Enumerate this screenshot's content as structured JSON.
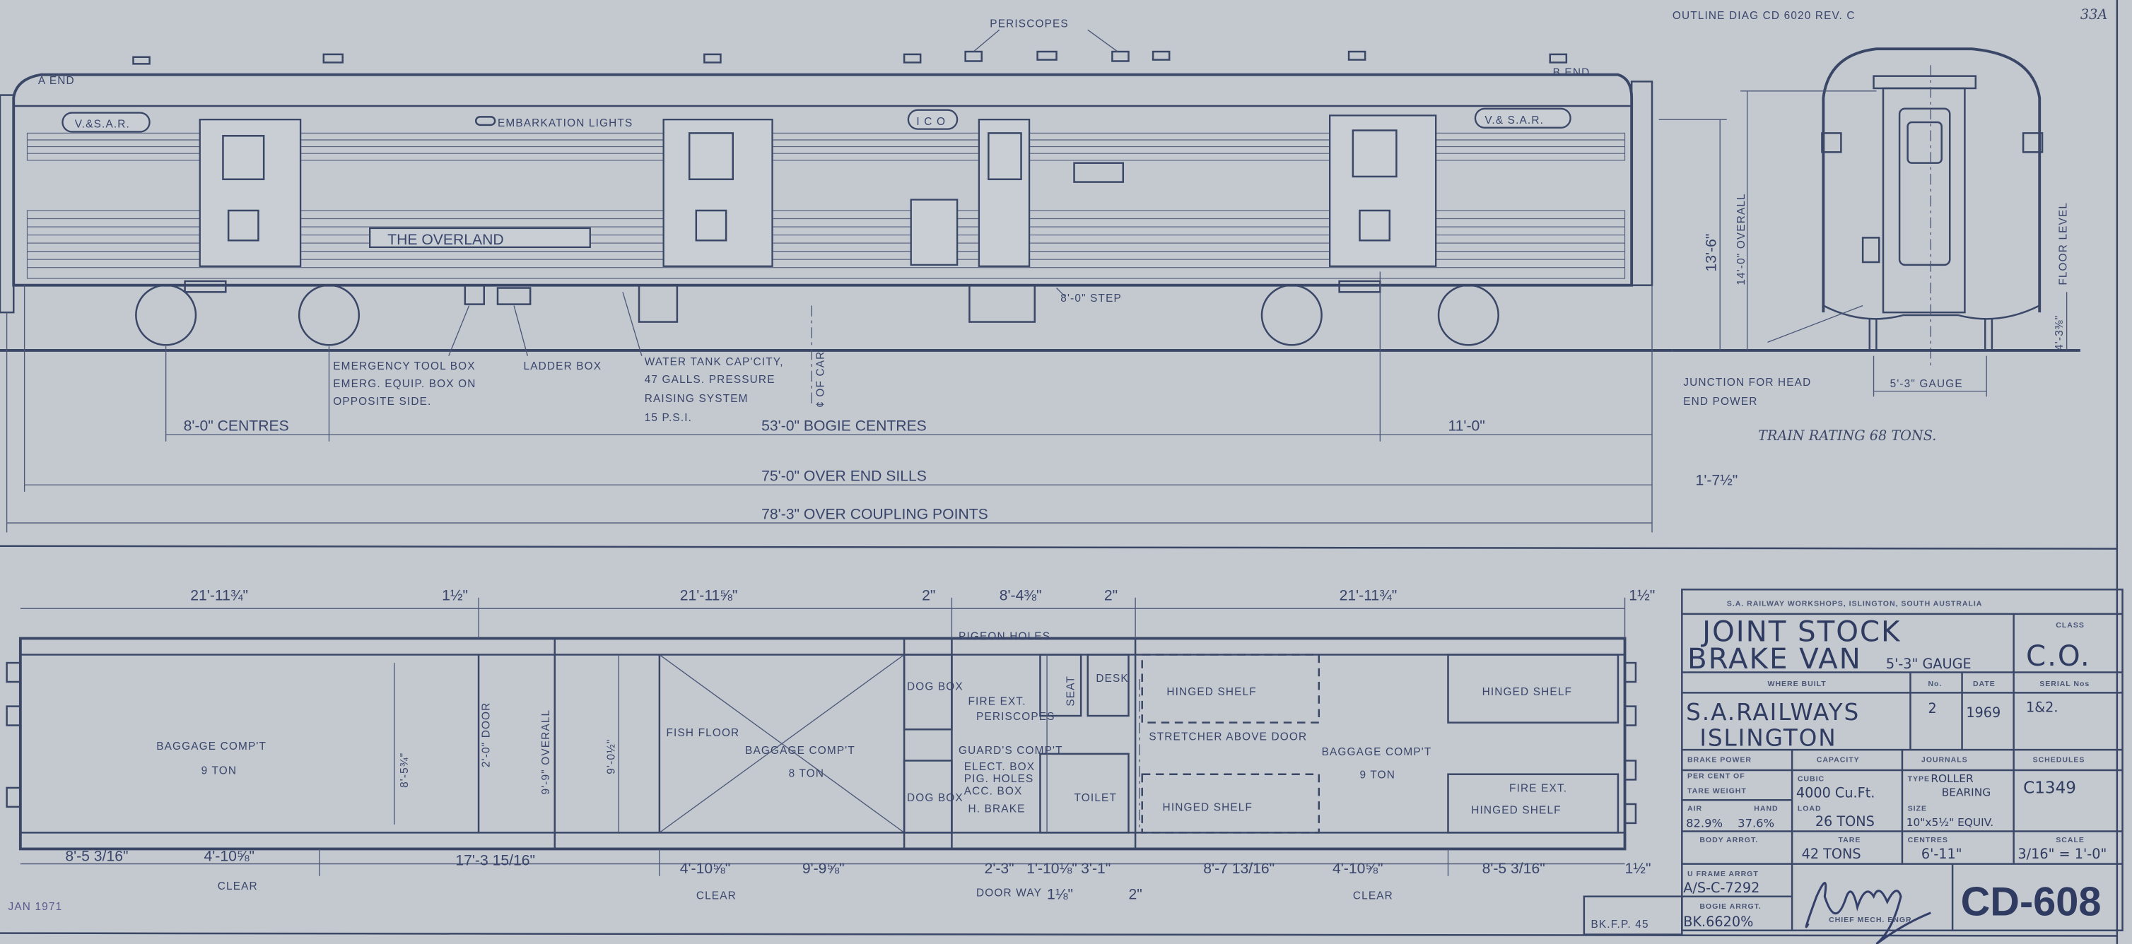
{
  "sheet": {
    "sheet_number": "33A",
    "outline_ref": "OUTLINE DIAG CD 6020 REV. C",
    "date_stamp": "JAN 1971",
    "ref_code": "BK.F.P. 45"
  },
  "side_elevation": {
    "a_end": "A END",
    "b_end": "B END",
    "periscopes": "PERISCOPES",
    "badge_left": "V.&S.A.R.",
    "badge_center": "I C O",
    "badge_right": "V.& S.A.R.",
    "embarkation_lights": "EMBARKATION LIGHTS",
    "name_board": "THE OVERLAND",
    "step": "8'-0\" STEP",
    "tool_box_note": [
      "EMERGENCY TOOL BOX",
      "EMERG. EQUIP. BOX ON",
      "OPPOSITE SIDE."
    ],
    "ladder_box": "LADDER BOX",
    "water_tank_note": [
      "WATER TANK CAP'CITY,",
      "47 GALLS. PRESSURE",
      "RAISING SYSTEM",
      "15 P.S.I."
    ],
    "centre_line": "¢ OF CAR",
    "dim_centres": "8'-0\" CENTRES",
    "dim_bogie_centres": "53'-0\" BOGIE CENTRES",
    "dim_overhang": "11'-0\"",
    "dim_end_sills": "75'-0\" OVER END SILLS",
    "dim_coupling": "78'-3\" OVER COUPLING POINTS",
    "dim_coupler": "1'-7½\""
  },
  "end_view": {
    "height_body": "13'-6\"",
    "height_overall": "14'-0\" OVERALL",
    "floor_level": "FLOOR LEVEL",
    "floor_height": "4'-3⅜\"",
    "junction_note": [
      "JUNCTION FOR HEAD",
      "END POWER"
    ],
    "gauge": "5'-3\" GAUGE",
    "train_rating": "TRAIN RATING 68 TONS."
  },
  "plan": {
    "top_dims": [
      "21'-11¾\"",
      "1½\"",
      "21'-11⅝\"",
      "2\"",
      "8'-4⅜\"",
      "2\"",
      "21'-11¾\"",
      "1½\""
    ],
    "bottom_dims": [
      "8'-5 3/16\"",
      "4'-10⅝\"",
      "17'-3 15/16\"",
      "4'-10⅝\"",
      "9'-9⅝\"",
      "2'-3\"",
      "1'-10⅛\"",
      "3'-1\"",
      "8'-7 13/16\"",
      "4'-10⅝\"",
      "8'-5 3/16\"",
      "1½\""
    ],
    "sub_dims": [
      "1⅛\"",
      "2\""
    ],
    "clear": "CLEAR",
    "door_way": "DOOR WAY",
    "width_overall": "9'-9\" OVERALL",
    "width_inside": "9'-0½\"",
    "width_door": "8'-5¾\"",
    "door_small": "2'-0\" DOOR",
    "comp_a": {
      "name": "BAGGAGE COMP'T",
      "load": "9 TON"
    },
    "comp_b": {
      "name": "BAGGAGE COMP'T",
      "load": "8 TON"
    },
    "comp_c": {
      "name": "BAGGAGE COMP'T",
      "load": "9 TON"
    },
    "fish_floor": "FISH FLOOR",
    "dog_box": "DOG BOX",
    "pigeon_holes": "PIGEON HOLES",
    "desk": "DESK",
    "seat": "SEAT",
    "fire_ext": "FIRE EXT.",
    "periscopes": "PERISCOPES",
    "guards_comp": "GUARD'S COMP'T",
    "guard_items": [
      "ELECT. BOX",
      "PIG. HOLES",
      "ACC. BOX",
      "H. BRAKE"
    ],
    "toilet": "TOILET",
    "hinged_shelf": "HINGED SHELF",
    "stretcher": "STRETCHER ABOVE DOOR"
  },
  "title_block": {
    "header": "S.A. RAILWAY WORKSHOPS, ISLINGTON, SOUTH AUSTRALIA",
    "title_line1": "JOINT  STOCK",
    "title_line2": "BRAKE  VAN",
    "gauge": "5'-3\" GAUGE",
    "class_label": "CLASS",
    "class_value": "C.O.",
    "where_built_label": "WHERE BUILT",
    "where_built_value": [
      "S.A.RAILWAYS",
      "ISLINGTON"
    ],
    "no_label": "No.",
    "no_value": "2",
    "date_label": "DATE",
    "date_value": "1969",
    "serial_label": "SERIAL Nos",
    "serial_value": "1&2.",
    "brake_label": [
      "BRAKE POWER",
      "PER CENT OF",
      "TARE WEIGHT"
    ],
    "air_label": "AIR",
    "hand_label": "HAND",
    "air_value": "82.9%",
    "hand_value": "37.6%",
    "capacity_label": "CAPACITY",
    "cubic_label": "CUBIC",
    "cubic_value": "4000 Cu.Ft.",
    "load_label": "LOAD",
    "load_value": "26 TONS",
    "journals_label": "JOURNALS",
    "type_label": "TYPE",
    "type_value": [
      "ROLLER",
      "BEARING"
    ],
    "size_label": "SIZE",
    "size_value": "10\"x5½\" EQUIV.",
    "schedules_label": "SCHEDULES",
    "schedules_value": "C1349",
    "body_label": "BODY ARRGT.",
    "tare_label": "TARE",
    "tare_value": "42 TONS",
    "centres_label": "CENTRES",
    "centres_value": "6'-11\"",
    "scale_label": "SCALE",
    "scale_value": "3/16\" = 1'-0\"",
    "uframe_label": "U FRAME ARRGT",
    "uframe_value": "A/S-C-7292",
    "bogie_label": "BOGIE ARRGT.",
    "bogie_value": "BK.6620%",
    "signature": "C.W.M.",
    "signatory": "CHIEF MECH. ENGR.",
    "drawing_number": "CD-608"
  }
}
